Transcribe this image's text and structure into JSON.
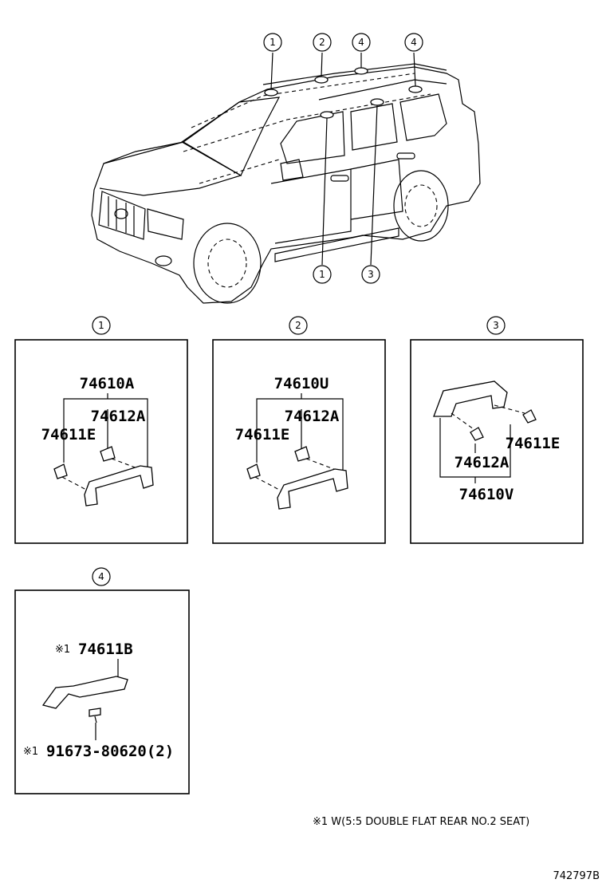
{
  "callouts": {
    "top": [
      "1",
      "2",
      "4",
      "4"
    ],
    "bottom": [
      "1",
      "3"
    ],
    "panels": [
      "1",
      "2",
      "3",
      "4"
    ]
  },
  "panel1": {
    "assy": "74610A",
    "clip_a": "74612A",
    "clip_e": "74611E"
  },
  "panel2": {
    "assy": "74610U",
    "clip_a": "74612A",
    "clip_e": "74611E"
  },
  "panel3": {
    "assy": "74610V",
    "clip_a": "74612A",
    "clip_e": "74611E"
  },
  "panel4": {
    "mark1": "※1",
    "grip": "74611B",
    "mark2": "※1",
    "screw": "91673-80620(2)"
  },
  "footnote": "※1  W(5:5 DOUBLE FLAT REAR NO.2 SEAT)",
  "diagram_id": "742797B"
}
